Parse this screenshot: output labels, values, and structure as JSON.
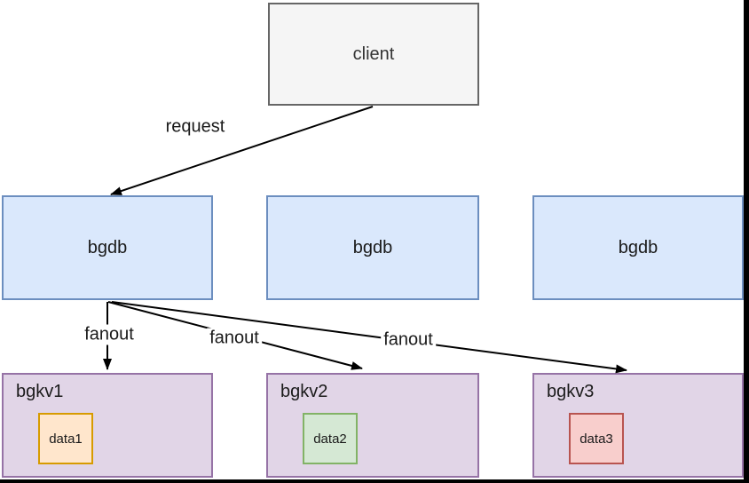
{
  "nodes": {
    "client": {
      "label": "client"
    },
    "bgdb": [
      {
        "label": "bgdb"
      },
      {
        "label": "bgdb"
      },
      {
        "label": "bgdb"
      }
    ],
    "bgkv": [
      {
        "label": "bgkv1",
        "data": {
          "label": "data1"
        }
      },
      {
        "label": "bgkv2",
        "data": {
          "label": "data2"
        }
      },
      {
        "label": "bgkv3",
        "data": {
          "label": "data3"
        }
      }
    ]
  },
  "edges": {
    "request": {
      "label": "request"
    },
    "fanout": [
      {
        "label": "fanout"
      },
      {
        "label": "fanout"
      },
      {
        "label": "fanout"
      }
    ]
  },
  "colors": {
    "client_fill": "#f5f5f5",
    "client_stroke": "#666666",
    "bgdb_fill": "#dae8fc",
    "bgdb_stroke": "#6c8ebf",
    "bgkv_fill": "#e1d5e7",
    "bgkv_stroke": "#9673a6",
    "data1_fill": "#ffe6cc",
    "data1_stroke": "#d79b00",
    "data2_fill": "#d5e8d4",
    "data2_stroke": "#82b366",
    "data3_fill": "#f8cecc",
    "data3_stroke": "#b85450",
    "edge_color": "#000000"
  }
}
